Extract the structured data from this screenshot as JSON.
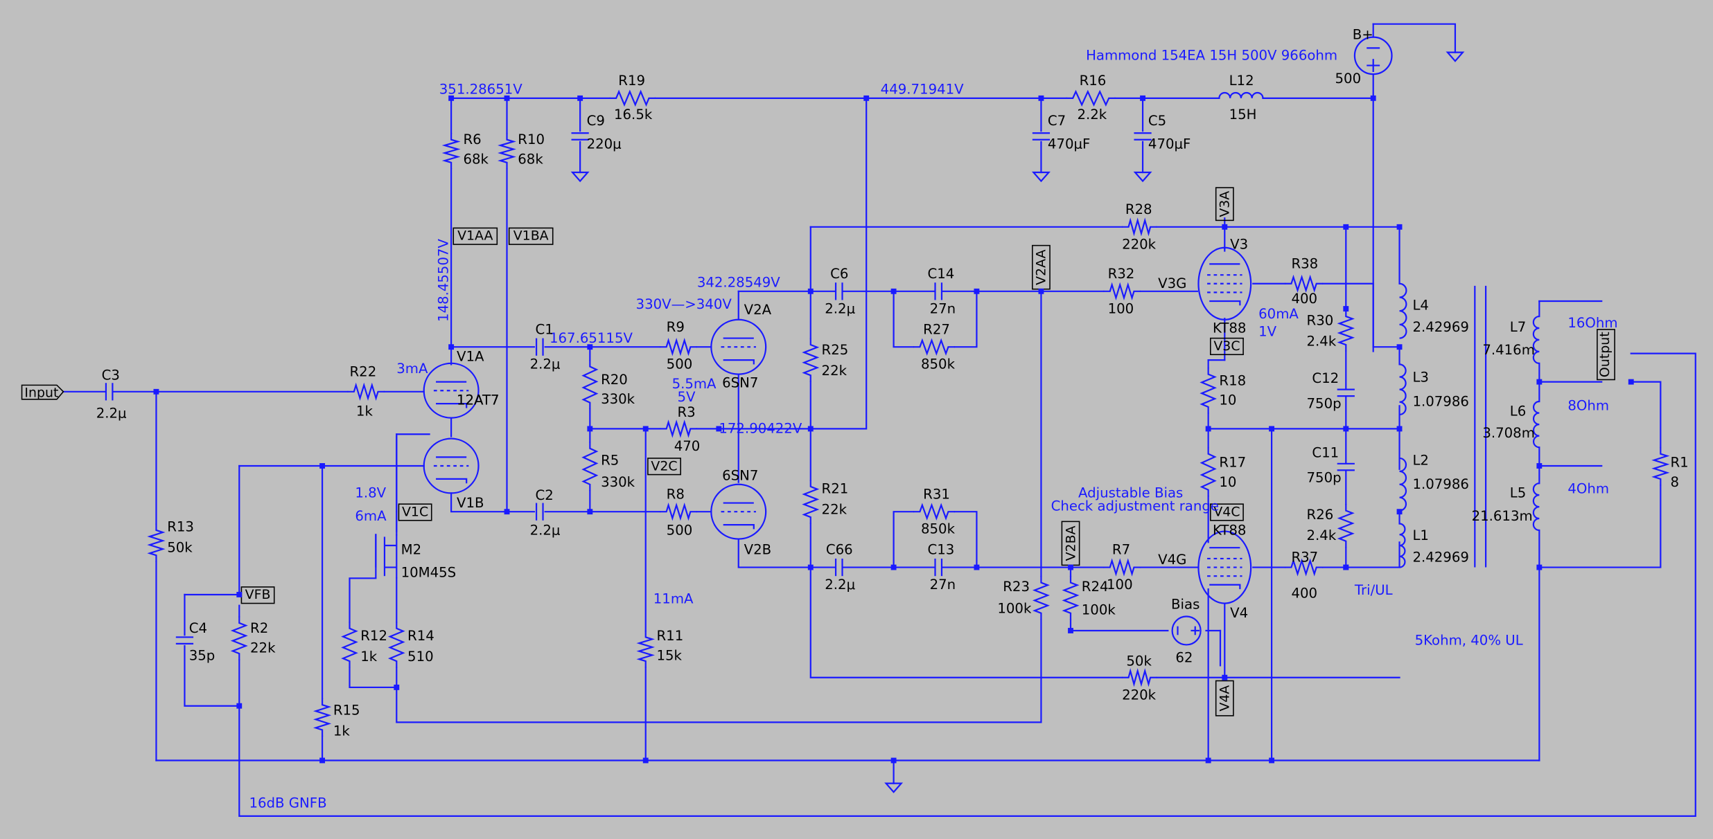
{
  "net_labels": {
    "input": "Input",
    "output": "Output",
    "v1aa": "V1AA",
    "v1ba": "V1BA",
    "v1c": "V1C",
    "v2c": "V2C",
    "v2aa": "V2AA",
    "v2ba": "V2BA",
    "v3a": "V3A",
    "v3c": "V3C",
    "v4a": "V4A",
    "v4c": "V4C",
    "vfb": "VFB",
    "v3g": "V3G",
    "v4g": "V4G"
  },
  "voltages": {
    "n351": "351.28651V",
    "n449": "449.71941V",
    "n148": "148.45507V",
    "n167": "167.65115V",
    "n342": "342.28549V",
    "n172": "172.90422V",
    "target": "330V—>340V"
  },
  "notes": {
    "i3ma": "3mA",
    "v18": "1.8V",
    "i6ma": "6mA",
    "i55ma": "5.5mA",
    "v5": "5V",
    "i11ma": "11mA",
    "i60ma": "60mA",
    "v1": "1V",
    "adjbias": "Adjustable Bias",
    "checkrange": "Check adjustment range",
    "hammond": "Hammond 154EA 15H 500V 966ohm",
    "triul": "Tri/UL",
    "pct": "5Kohm, 40% UL",
    "gnfb": "16dB GNFB",
    "o16": "16Ohm",
    "o8": "8Ohm",
    "o4": "4Ohm",
    "v50k": "50k"
  },
  "components": {
    "C3": {
      "name": "C3",
      "value": "2.2μ"
    },
    "R22": {
      "name": "R22",
      "value": "1k"
    },
    "R13": {
      "name": "R13",
      "value": "50k"
    },
    "C4": {
      "name": "C4",
      "value": "35p"
    },
    "R2": {
      "name": "R2",
      "value": "22k"
    },
    "R15": {
      "name": "R15",
      "value": "1k"
    },
    "R12": {
      "name": "R12",
      "value": "1k"
    },
    "R14": {
      "name": "R14",
      "value": "510"
    },
    "M2": {
      "name": "M2",
      "value": "10M45S"
    },
    "R6": {
      "name": "R6",
      "value": "68k"
    },
    "R10": {
      "name": "R10",
      "value": "68k"
    },
    "V1A": {
      "name": "V1A",
      "value": "12AT7"
    },
    "V1B": {
      "name": "V1B",
      "value": ""
    },
    "C1": {
      "name": "C1",
      "value": "2.2μ"
    },
    "C2": {
      "name": "C2",
      "value": "2.2μ"
    },
    "R19": {
      "name": "R19",
      "value": "16.5k"
    },
    "C9": {
      "name": "C9",
      "value": "220μ"
    },
    "R20": {
      "name": "R20",
      "value": "330k"
    },
    "R5": {
      "name": "R5",
      "value": "330k"
    },
    "R9": {
      "name": "R9",
      "value": "500"
    },
    "R3": {
      "name": "R3",
      "value": "470"
    },
    "R8": {
      "name": "R8",
      "value": "500"
    },
    "R11": {
      "name": "R11",
      "value": "15k"
    },
    "V2A": {
      "name": "V2A",
      "value": "6SN7"
    },
    "V2B": {
      "name": "V2B",
      "value": "6SN7"
    },
    "C6": {
      "name": "C6",
      "value": "2.2μ"
    },
    "C66": {
      "name": "C66",
      "value": "2.2μ"
    },
    "R25": {
      "name": "R25",
      "value": "22k"
    },
    "R21": {
      "name": "R21",
      "value": "22k"
    },
    "C14": {
      "name": "C14",
      "value": "27n"
    },
    "R27": {
      "name": "R27",
      "value": "850k"
    },
    "R31": {
      "name": "R31",
      "value": "850k"
    },
    "C13": {
      "name": "C13",
      "value": "27n"
    },
    "R23": {
      "name": "R23",
      "value": "100k"
    },
    "R24": {
      "name": "R24",
      "value": "100k"
    },
    "R32": {
      "name": "R32",
      "value": "100"
    },
    "R7": {
      "name": "R7",
      "value": "100"
    },
    "R28": {
      "name": "R28",
      "value": "220k"
    },
    "R29": {
      "name": "",
      "value": "220k"
    },
    "Bias": {
      "name": "Bias",
      "value": "62"
    },
    "C7": {
      "name": "C7",
      "value": "470μF"
    },
    "C5": {
      "name": "C5",
      "value": "470μF"
    },
    "R16": {
      "name": "R16",
      "value": "2.2k"
    },
    "L12": {
      "name": "L12",
      "value": "15H"
    },
    "Bplus": {
      "name": "B+",
      "value": "500"
    },
    "V3": {
      "name": "V3",
      "value": "KT88"
    },
    "V4": {
      "name": "V4",
      "value": "KT88"
    },
    "R18": {
      "name": "R18",
      "value": "10"
    },
    "R17": {
      "name": "R17",
      "value": "10"
    },
    "R38": {
      "name": "R38",
      "value": "400"
    },
    "R37": {
      "name": "R37",
      "value": "400"
    },
    "R30": {
      "name": "R30",
      "value": "2.4k"
    },
    "R26": {
      "name": "R26",
      "value": "2.4k"
    },
    "C12": {
      "name": "C12",
      "value": "750p"
    },
    "C11": {
      "name": "C11",
      "value": "750p"
    },
    "L4": {
      "name": "L4",
      "value": "2.42969"
    },
    "L3": {
      "name": "L3",
      "value": "1.07986"
    },
    "L2": {
      "name": "L2",
      "value": "1.07986"
    },
    "L1": {
      "name": "L1",
      "value": "2.42969"
    },
    "L7": {
      "name": "L7",
      "value": "7.416m"
    },
    "L6": {
      "name": "L6",
      "value": "3.708m"
    },
    "L5": {
      "name": "L5",
      "value": "21.613m"
    },
    "R1": {
      "name": "R1",
      "value": "8"
    }
  },
  "colors": {
    "wire": "#1a1aff",
    "background": "#bfbfbf",
    "text": "#000000"
  }
}
